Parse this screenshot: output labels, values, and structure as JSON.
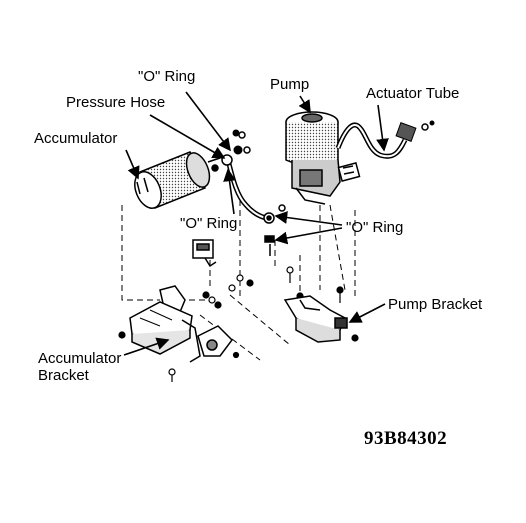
{
  "labels": {
    "o_ring_top": "\"O\" Ring",
    "pressure_hose": "Pressure Hose",
    "accumulator": "Accumulator",
    "pump": "Pump",
    "actuator_tube": "Actuator Tube",
    "o_ring_left": "\"O\" Ring",
    "o_ring_right": "\"O\" Ring",
    "pump_bracket": "Pump Bracket",
    "accumulator_bracket_line1": "Accumulator",
    "accumulator_bracket_line2": "Bracket"
  },
  "figure_code": "93B84302",
  "colors": {
    "ink": "#000000",
    "paper": "#ffffff",
    "shade": "#555555"
  }
}
